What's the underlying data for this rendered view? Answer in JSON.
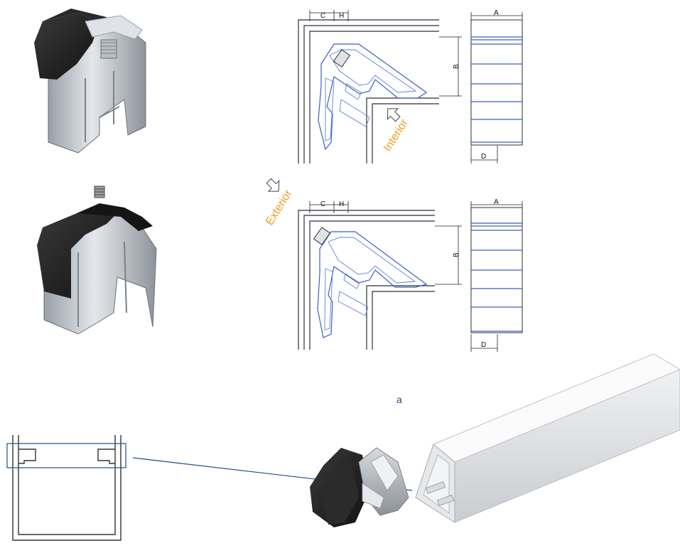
{
  "labels": {
    "top": {
      "c": "C",
      "h": "H",
      "a": "A",
      "b": "B",
      "d": "D",
      "interior": "Interior"
    },
    "bottom": {
      "exterior": "Exterior",
      "c": "C",
      "h": "H",
      "a": "A",
      "b": "B",
      "d": "D"
    },
    "caption_letter": "a"
  },
  "colors": {
    "annotation": "#f29b1d",
    "profile": "#3a5fc7",
    "connector_line": "#1f4e8c",
    "rubber": "#1c1c1c",
    "aluminium": "#c8ccd1"
  },
  "icons": {
    "interior_arrow": "outline-arrow-icon",
    "exterior_arrow": "outline-arrow-icon"
  }
}
